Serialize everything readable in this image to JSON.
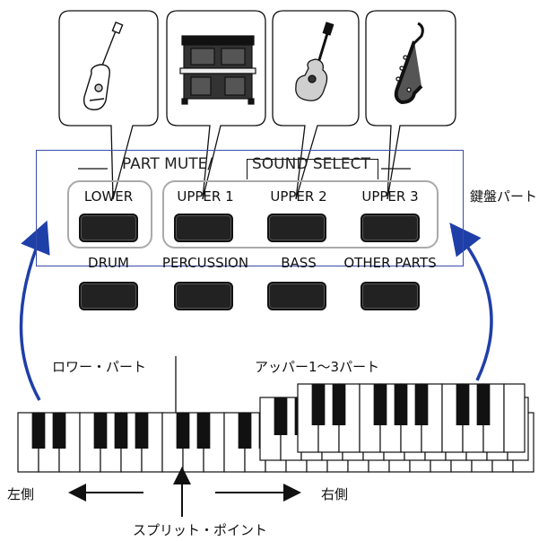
{
  "panel": {
    "title_prefix": "PART MUTE/",
    "title_boxed": "SOUND SELECT",
    "row1": [
      "LOWER",
      "UPPER 1",
      "UPPER 2",
      "UPPER 3"
    ],
    "row2": [
      "DRUM",
      "PERCUSSION",
      "BASS",
      "OTHER PARTS"
    ]
  },
  "labels": {
    "keyboard_parts": "鍵盤パート",
    "lower_part": "ロワー・パート",
    "upper_parts": "アッパー1〜3パート",
    "left_side": "左側",
    "right_side": "右側",
    "split_point": "スプリット・ポイント"
  },
  "instruments": [
    "bass-icon",
    "piano-icon",
    "acoustic-guitar-icon",
    "saxophone-icon"
  ],
  "colors": {
    "arrow": "#1f3fa8",
    "panel_border": "#3a4ba8",
    "group_frame": "#aaaaaa"
  }
}
